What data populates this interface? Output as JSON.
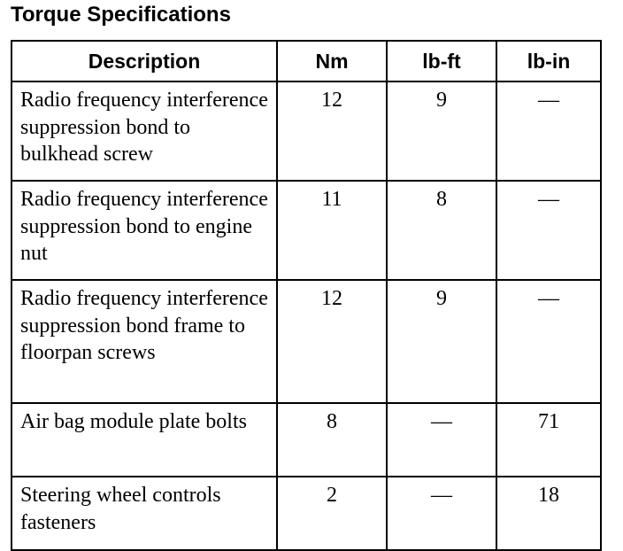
{
  "title": "Torque Specifications",
  "table": {
    "headers": {
      "description": "Description",
      "nm": "Nm",
      "lbft": "lb-ft",
      "lbin": "lb-in"
    },
    "rows": [
      {
        "description": "Radio frequency interference suppression bond to bulkhead screw",
        "nm": "12",
        "lbft": "9",
        "lbin": "—"
      },
      {
        "description": "Radio frequency interference suppression bond to engine nut",
        "nm": "11",
        "lbft": "8",
        "lbin": "—"
      },
      {
        "description": "Radio frequency interference suppression bond frame to floorpan screws",
        "nm": "12",
        "lbft": "9",
        "lbin": "—"
      },
      {
        "description": "Air bag module plate bolts",
        "nm": "8",
        "lbft": "—",
        "lbin": "71"
      },
      {
        "description": "Steering wheel controls fasteners",
        "nm": "2",
        "lbft": "—",
        "lbin": "18"
      }
    ]
  }
}
